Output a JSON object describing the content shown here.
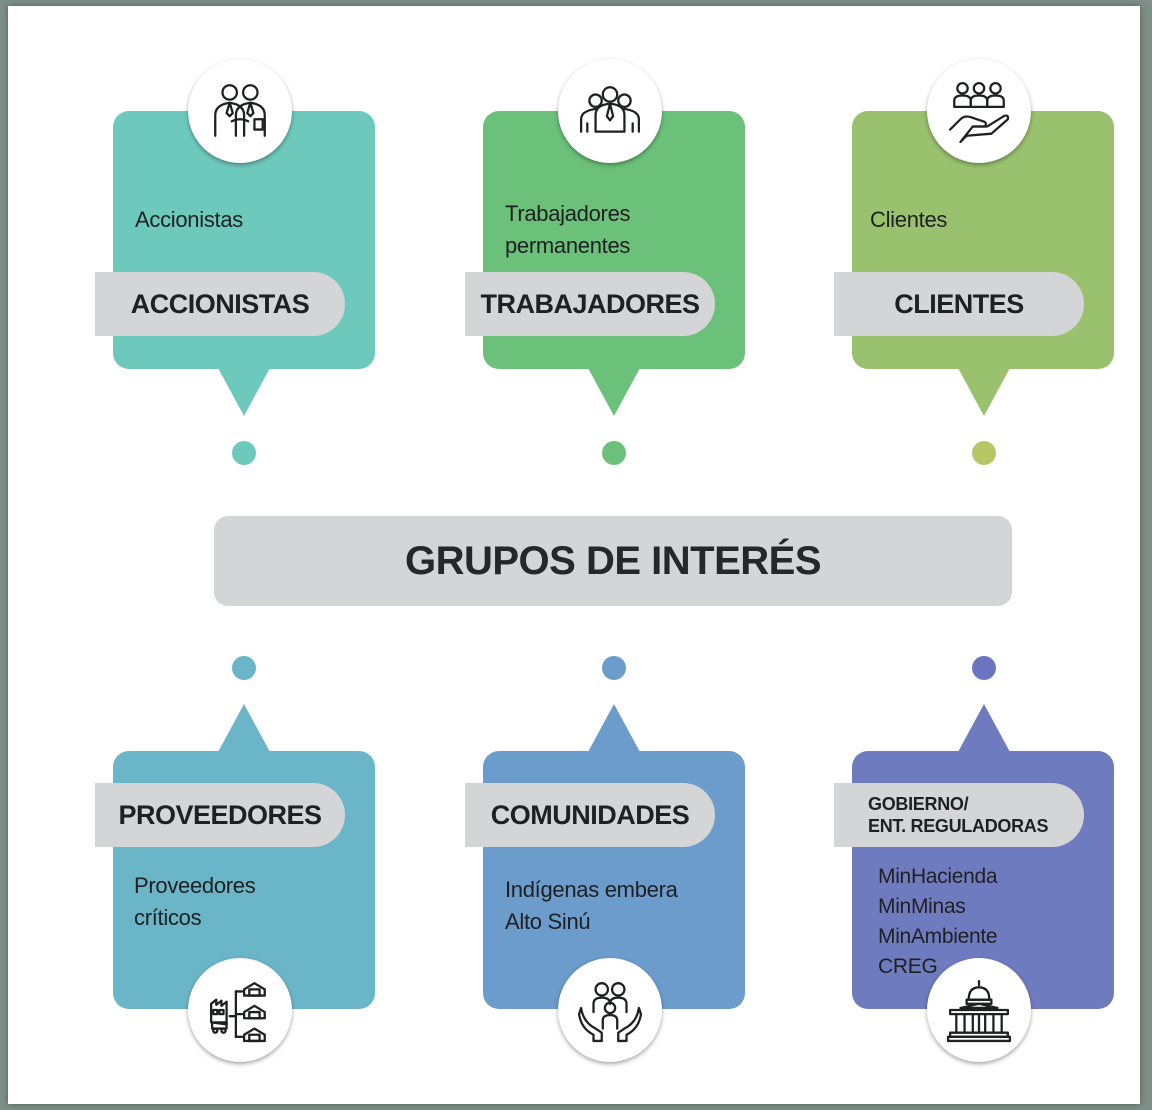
{
  "title": "GRUPOS DE INTERÉS",
  "colors": {
    "accionistas": "#6ec9bd",
    "trabajadores": "#6bc17a",
    "clientes": "#9ac26e",
    "clientes_dot": "#b8c765",
    "proveedores": "#6bb5c8",
    "comunidades": "#6b9ccb",
    "gobierno": "#6f7bbf",
    "gobierno_dot": "#6a74bf",
    "pill": "#d4d5d7"
  },
  "groups": [
    {
      "id": "accionistas",
      "name": "ACCIONISTAS",
      "lines": [
        "Accionistas"
      ],
      "icon": "business-handshake-icon"
    },
    {
      "id": "trabajadores",
      "name": "TRABAJADORES",
      "lines": [
        "Trabajadores",
        "permanentes"
      ],
      "icon": "team-workers-icon"
    },
    {
      "id": "clientes",
      "name": "CLIENTES",
      "lines": [
        "Clientes"
      ],
      "icon": "customers-hand-icon"
    },
    {
      "id": "proveedores",
      "name": "PROVEEDORES",
      "lines": [
        "Proveedores",
        "críticos"
      ],
      "icon": "supply-chain-icon"
    },
    {
      "id": "comunidades",
      "name": "COMUNIDADES",
      "lines": [
        "Indígenas embera",
        "Alto Sinú"
      ],
      "icon": "community-family-icon"
    },
    {
      "id": "gobierno",
      "name_lines": [
        "GOBIERNO/",
        "ENT. REGULADORAS"
      ],
      "lines": [
        "MinHacienda",
        "MinMinas",
        "MinAmbiente",
        "CREG"
      ],
      "icon": "government-building-icon"
    }
  ]
}
